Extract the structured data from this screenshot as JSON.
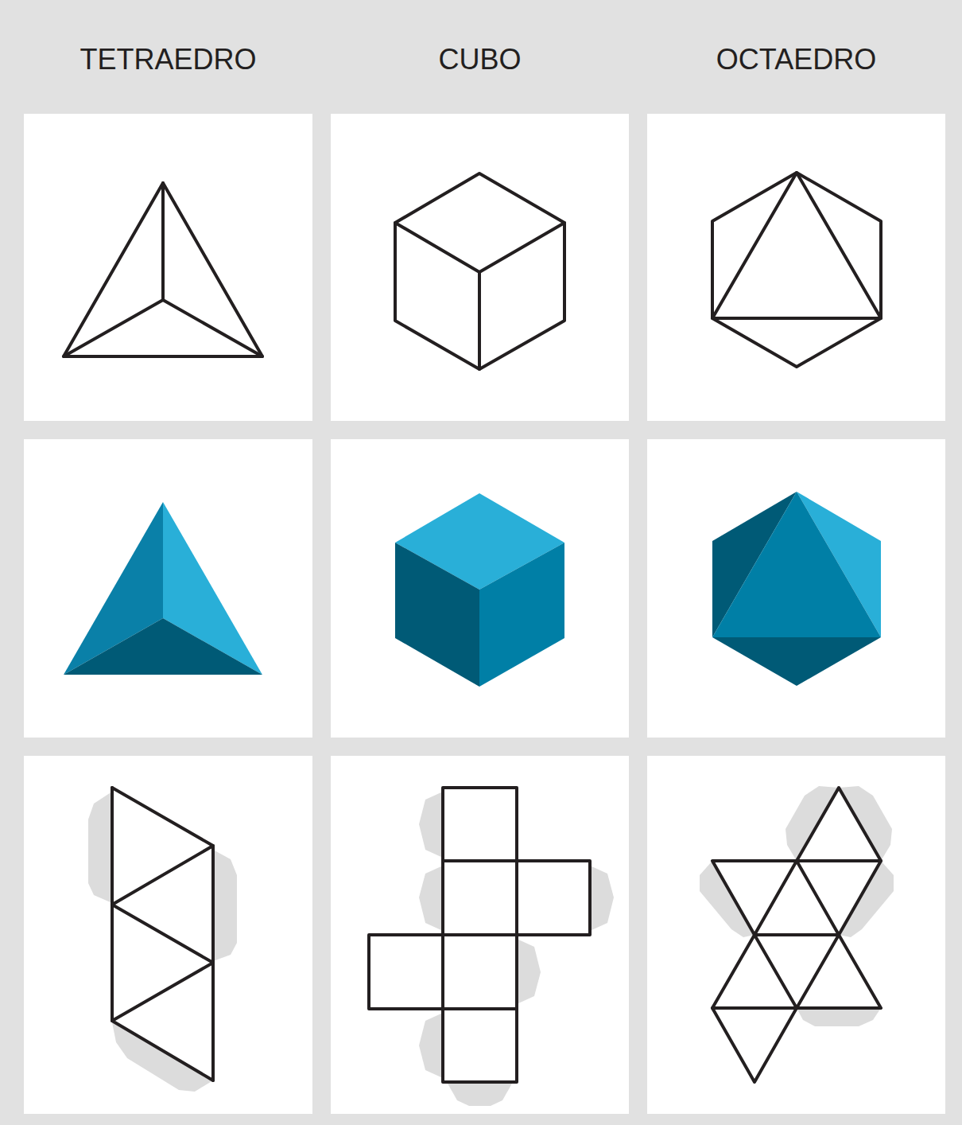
{
  "diagram": {
    "labels": [
      "TETRAEDRO",
      "CUBO",
      "OCTAEDRO"
    ]
  }
}
